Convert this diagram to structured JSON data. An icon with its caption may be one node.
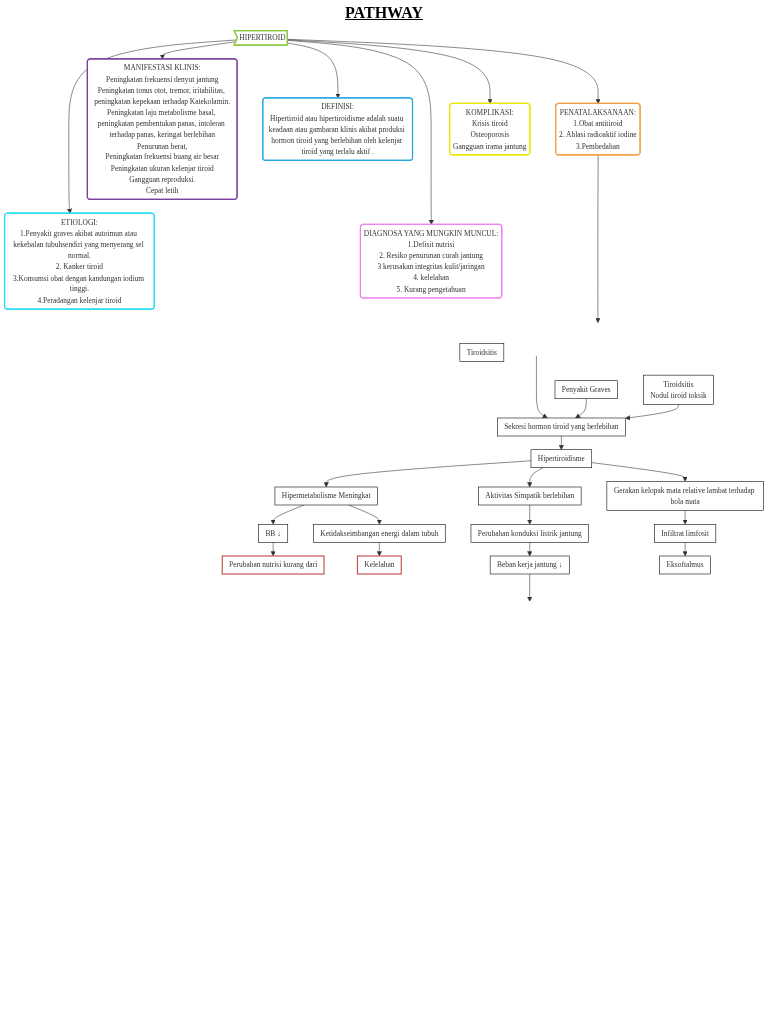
{
  "diagram": {
    "nodes": [
      {
        "text": [
          "DEFINISI:",
          "Hipertiroid atau hipertiroidisme adalah suatu keadaan atau gambaran klinis akibat produksi hormon tiroid yang berlebihan oleh kelenjar tiroid yang terlalu aktif ."
        ]
      },
      {
        "text": [
          "MANIFESTASI KLINIS:",
          "Peningkatan frekuensi denyut jantung",
          "Peningkatan tonus otot, tremor, iritabilitas, peningkatan kepekaan terhadap Katekolamin.",
          "Peningkatan laju metabolisme basal, peningkatan pembentukan panas, intoleran terhadap panas, keringat berlebihan",
          "Penurunan berat,",
          "Peningkatan frekuensi buang air besar",
          "Peningkatan ukuran kelenjar tiroid",
          "Gangguan reproduksi.",
          "Cepat letih"
        ]
      },
      {
        "text": [
          "KOMPLIKASI:",
          "Krisis tiroid",
          "Osteoporosis",
          "Gangguan irama jantung"
        ]
      },
      {
        "text": [
          "ETIOLOGI:",
          "1.Penyakit graves akibat autoimun atau kekebalan tubuhsendiri yang menyerang sel normal.",
          "2. Kanker tiroid",
          "3.Konsumsi obat dengan kandungan iodium tinggi.",
          "4.Peradangan kelenjar tiroid"
        ]
      },
      {
        "text": [
          "HIPERTIROID"
        ]
      },
      {
        "text": [
          "DIAGNOSA YANG MUNGKIN MUNCUL:",
          "1.Defisit nutrisi",
          "2. Resiko penurunan curah jantung",
          "3 kerusakan integritas kulit/jaringan",
          "4. kelelahan",
          "5. Kurang pengetahuan"
        ]
      },
      {
        "text": [
          "PENATALAKSANAAN:",
          "1.Obat antitiroid",
          "2. Ablasi radioaktif iodine",
          "3.Pembedahan"
        ]
      },
      {
        "text": [
          "Tiroidsitis"
        ]
      },
      {
        "text": [
          "Penyakit Graves"
        ]
      },
      {
        "text": [
          "Tiroidsitis",
          "Nodul tiroid toksik"
        ]
      },
      {
        "text": [
          "Sekresi hormon tiroid yang berlebihan"
        ]
      },
      {
        "text": [
          "Hipertiroidisme"
        ]
      },
      {
        "text": [
          "Hipermetabolisme Meningkat"
        ]
      },
      {
        "text": [
          "Aktivitas Simpatik berlebihan"
        ]
      },
      {
        "text": [
          "Gerakan kelopak mata relative lambat terhadap bola mata"
        ]
      },
      {
        "text": [
          "BB ↓"
        ]
      },
      {
        "text": [
          "Ketidakseimbangan energi dalam tubuh"
        ]
      },
      {
        "text": [
          "Perubahan konduksi listrik jantung"
        ]
      },
      {
        "text": [
          "Infiltrat limfosit"
        ]
      },
      {
        "text": [
          "Perubahan nutrisi kurang dari"
        ]
      },
      {
        "text": [
          "Kelelahan"
        ]
      },
      {
        "text": [
          "Beban kerja jantung ↓"
        ]
      },
      {
        "text": [
          "Eksoftalmus"
        ]
      }
    ],
    "edges": [
      {
        "from": 4,
        "to": 0,
        "arrow": "to"
      },
      {
        "from": 4,
        "to": 1,
        "arrow": "to"
      },
      {
        "from": 4,
        "to": 2,
        "arrow": "to"
      },
      {
        "from": 4,
        "to": 3,
        "arrow": "to"
      },
      {
        "from": 4,
        "to": 5,
        "arrow": "to"
      },
      {
        "from": 4,
        "to": 6,
        "arrow": "to"
      },
      {
        "from": 6,
        "to": null,
        "arrow": "to"
      },
      {
        "from": null,
        "to": 10,
        "arrow": "to"
      },
      {
        "from": 8,
        "to": 10,
        "arrow": "to"
      },
      {
        "from": 9,
        "to": 10,
        "arrow": "to"
      },
      {
        "from": 10,
        "to": 11,
        "arrow": "to"
      },
      {
        "from": 11,
        "to": 12,
        "arrow": "to"
      },
      {
        "from": 11,
        "to": 13,
        "arrow": "to"
      },
      {
        "from": 11,
        "to": 14,
        "arrow": "to"
      },
      {
        "from": 12,
        "to": 15,
        "arrow": "to"
      },
      {
        "from": 12,
        "to": 16,
        "arrow": "to"
      },
      {
        "from": 13,
        "to": 17,
        "arrow": "to"
      },
      {
        "from": 14,
        "to": 18,
        "arrow": "to"
      },
      {
        "from": 15,
        "to": 19,
        "arrow": "to"
      },
      {
        "from": 16,
        "to": 20,
        "arrow": "to"
      },
      {
        "from": 17,
        "to": 21,
        "arrow": "to"
      },
      {
        "from": 18,
        "to": 22,
        "arrow": "to"
      },
      {
        "from": 21,
        "to": null,
        "arrow": "to"
      }
    ],
    "labels": [
      "PATHWAY"
    ]
  }
}
